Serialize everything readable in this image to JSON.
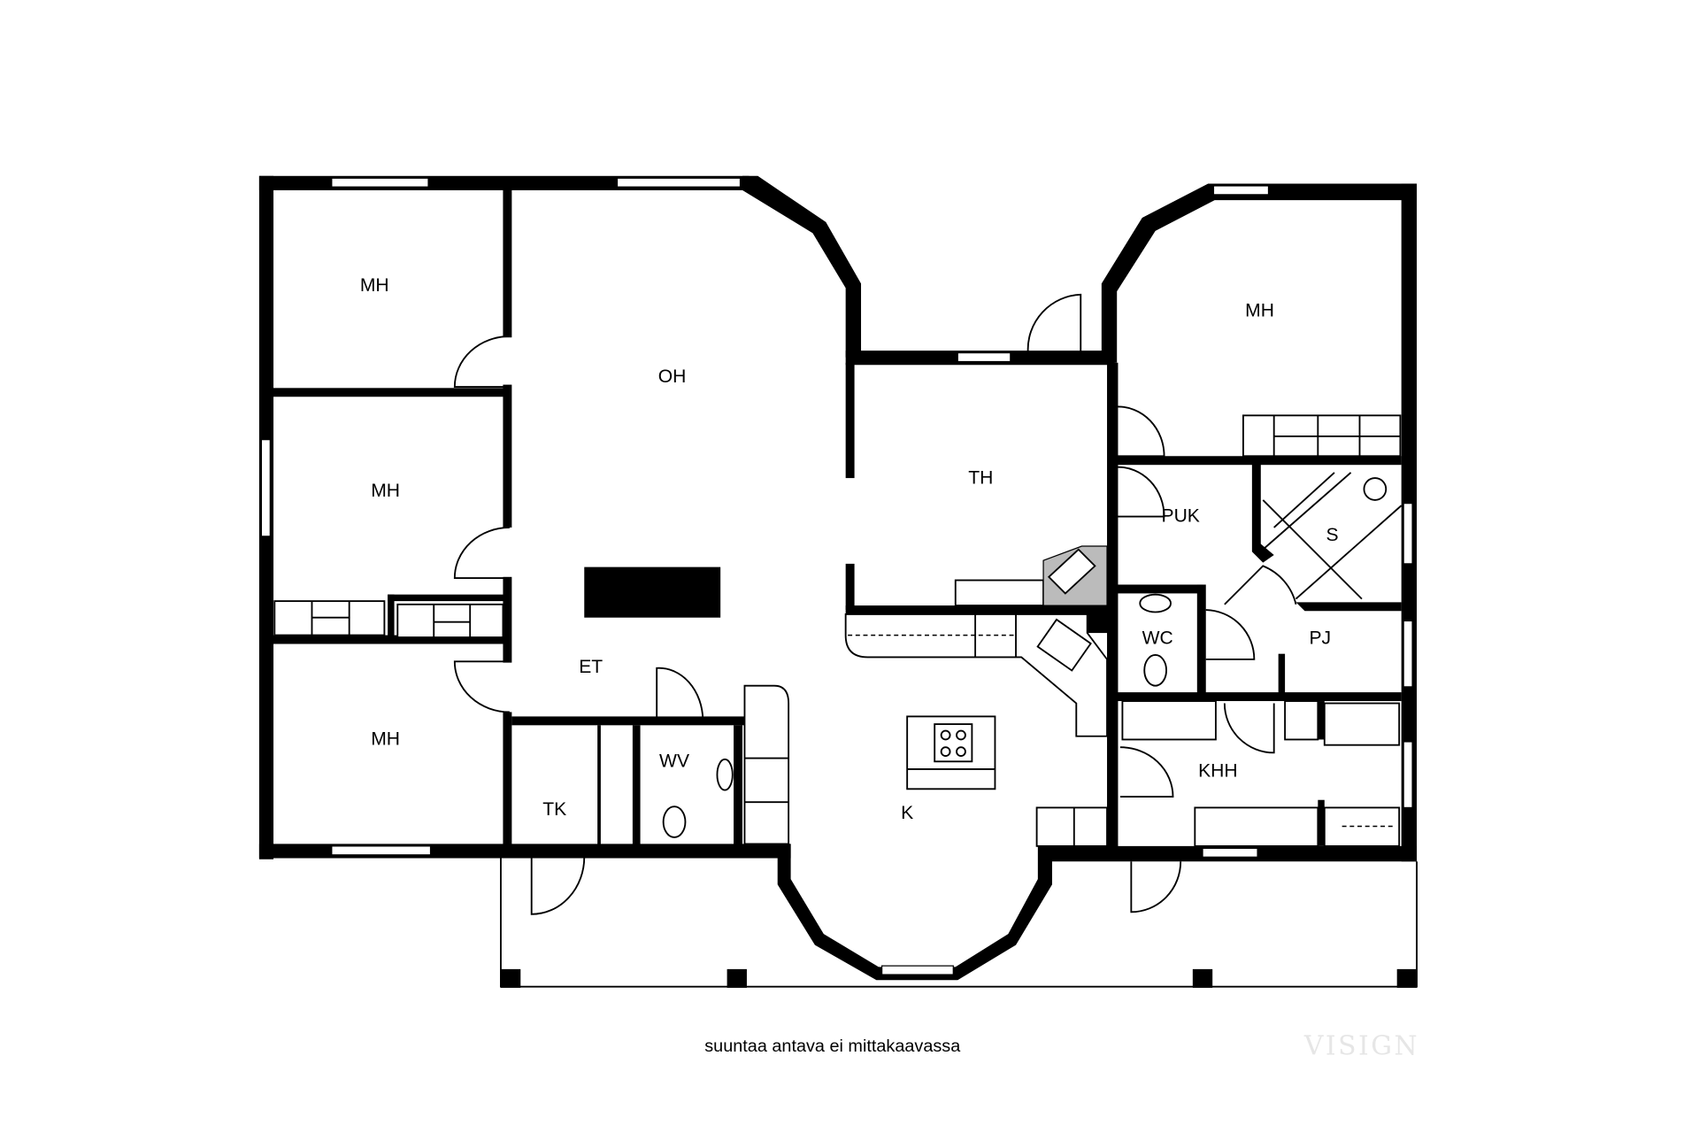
{
  "rooms": {
    "mh_top_left": "MH",
    "mh_mid_left": "MH",
    "mh_bottom_left": "MH",
    "oh": "OH",
    "et": "ET",
    "tk": "TK",
    "wv": "WV",
    "k": "K",
    "th": "TH",
    "mh_right": "MH",
    "puk": "PUK",
    "s": "S",
    "wc": "WC",
    "pj": "PJ",
    "khh": "KHH"
  },
  "footer_note": "suuntaa antava ei mittakaavassa",
  "watermark": "VISIGN"
}
